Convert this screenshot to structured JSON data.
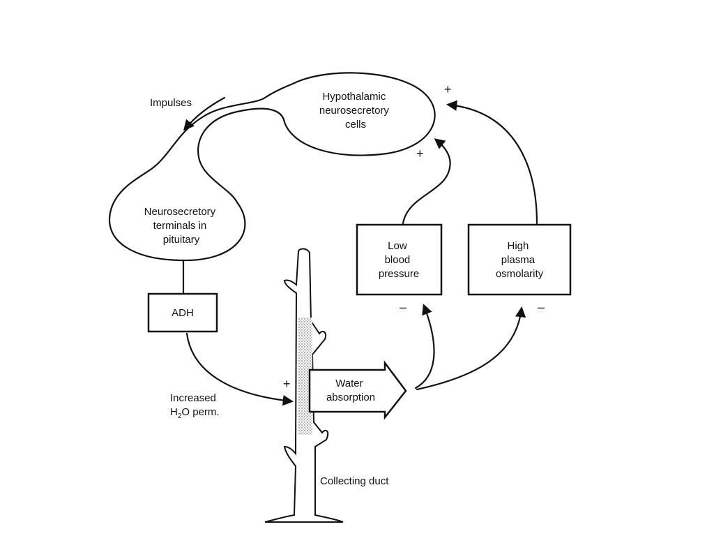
{
  "diagram": {
    "hypothalamus": {
      "lines": [
        "Hypothalamic",
        "neurosecretory",
        "cells"
      ]
    },
    "terminals": {
      "lines": [
        "Neurosecretory",
        "terminals in",
        "pituitary"
      ]
    },
    "impulses": "Impulses",
    "adh": "ADH",
    "increased_perm": {
      "line1": "Increased",
      "line2_main": "H",
      "line2_sub": "2",
      "line2_rest": "O perm."
    },
    "water_absorption": {
      "lines": [
        "Water",
        "absorption"
      ]
    },
    "low_bp": {
      "lines": [
        "Low",
        "blood",
        "pressure"
      ]
    },
    "high_osm": {
      "lines": [
        "High",
        "plasma",
        "osmolarity"
      ]
    },
    "collecting_duct": "Collecting duct",
    "signs": {
      "plus_top": "+",
      "plus_mid": "+",
      "plus_duct": "+",
      "minus_bp": "–",
      "minus_osm": "–"
    }
  }
}
